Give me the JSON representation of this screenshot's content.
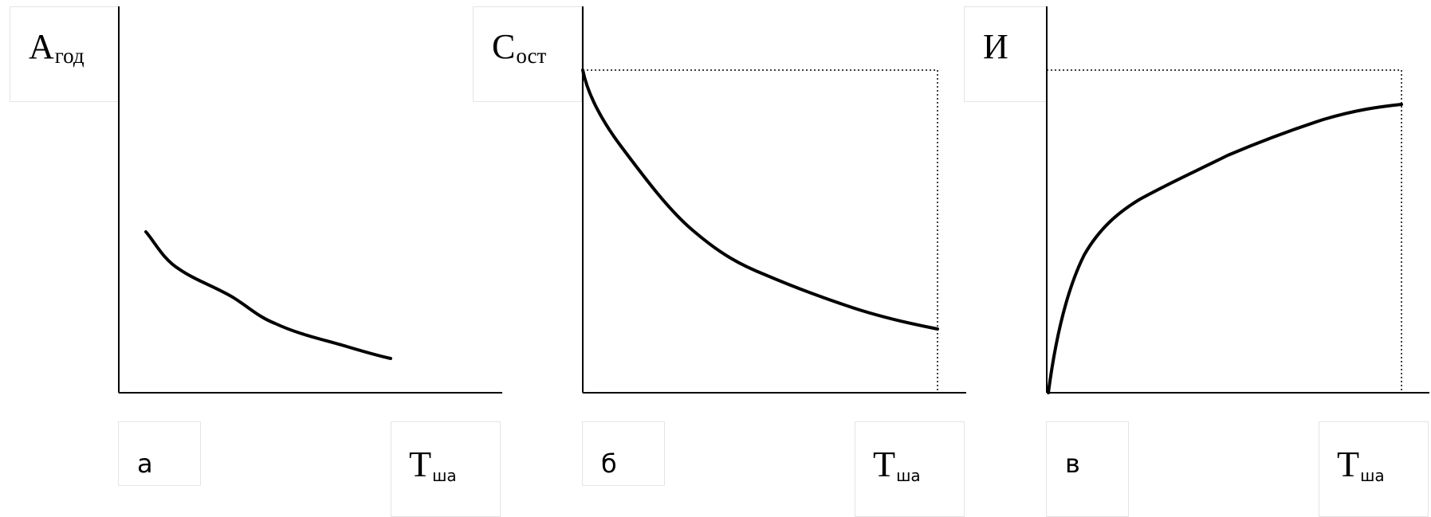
{
  "panels": [
    {
      "letter": "а",
      "y_main": "А",
      "y_sub": "год",
      "x_main": "Т",
      "x_sub": "ша"
    },
    {
      "letter": "б",
      "y_main": "С",
      "y_sub": "ост",
      "x_main": "Т",
      "x_sub": "ша"
    },
    {
      "letter": "в",
      "y_main": "И",
      "y_sub": "",
      "x_main": "Т",
      "x_sub": "ша"
    }
  ]
}
